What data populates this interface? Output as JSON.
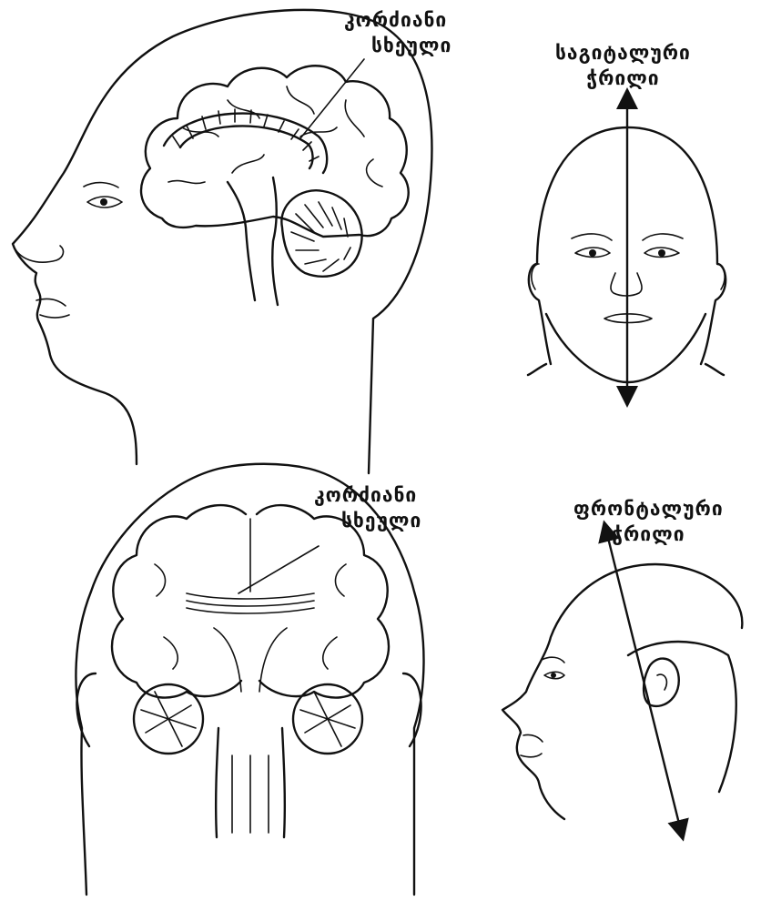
{
  "panels": [
    {
      "id": "sagittal-section",
      "labels": [
        "კორძიანი",
        "სხეული"
      ]
    },
    {
      "id": "sagittal-plane",
      "labels": [
        "საგიტალური",
        "ჭრილი"
      ]
    },
    {
      "id": "frontal-section",
      "labels": [
        "კორძიანი",
        "სხეული"
      ]
    },
    {
      "id": "frontal-plane",
      "labels": [
        "ფრონტალური",
        "ჭრილი"
      ]
    }
  ],
  "colors": {
    "ink": "#111111",
    "background": "#ffffff"
  }
}
